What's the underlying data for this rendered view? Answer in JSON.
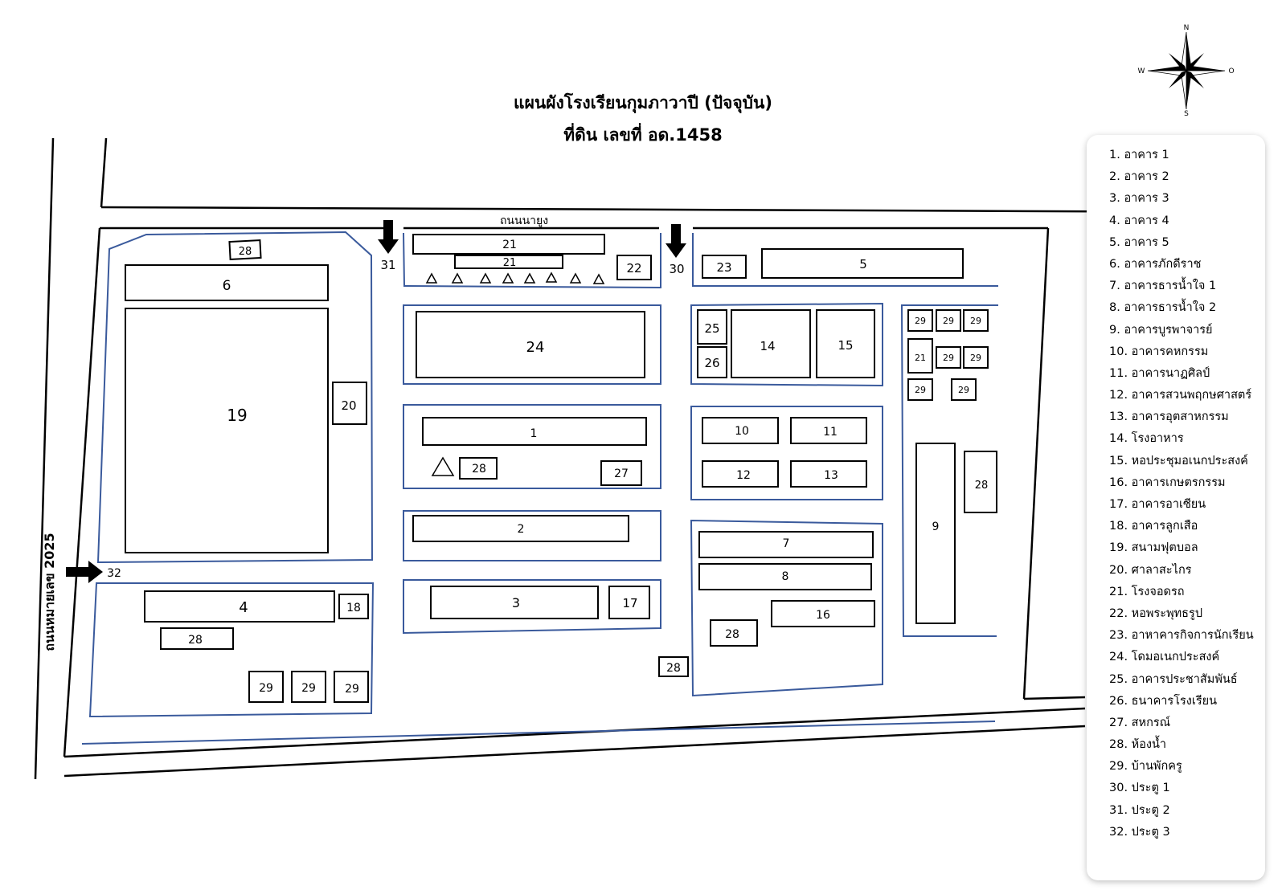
{
  "title": {
    "line1": "แผนผังโรงเรียนกุมภาวาปี (ปัจจุบัน)",
    "line2": "ที่ดิน เลขที่ อด.1458"
  },
  "compass": {
    "n": "N",
    "s": "S",
    "w": "W",
    "o": "O"
  },
  "roads": {
    "top": "ถนนนายูง",
    "left": "ถนนหมายเลข 2025"
  },
  "colors": {
    "zone_border": "#3a5a9c",
    "ink": "#000000"
  },
  "buildings": {
    "b6": "6",
    "b19": "19",
    "b20": "20",
    "b28_top": "28",
    "b21a": "21",
    "b21b": "21",
    "b22": "22",
    "b23": "23",
    "b5": "5",
    "b24": "24",
    "b25": "25",
    "b26": "26",
    "b14": "14",
    "b15": "15",
    "b1": "1",
    "b28_mid": "28",
    "b27": "27",
    "b2": "2",
    "b3": "3",
    "b17": "17",
    "b10": "10",
    "b11": "11",
    "b12": "12",
    "b13": "13",
    "b7": "7",
    "b8": "8",
    "b16": "16",
    "b28_right": "28",
    "b28_lower": "28",
    "b4": "4",
    "b18": "18",
    "b28_bl": "28",
    "b29_bl1": "29",
    "b29_bl2": "29",
    "b29_bl3": "29",
    "b29_r1": "29",
    "b29_r2": "29",
    "b29_r3": "29",
    "b21_r": "21",
    "b29_r4": "29",
    "b29_r5": "29",
    "b29_r6": "29",
    "b29_r7": "29",
    "b9": "9",
    "b28_far": "28"
  },
  "gates": {
    "g31": "31",
    "g30": "30",
    "g32": "32"
  },
  "legend": [
    "1. อาคาร 1",
    "2. อาคาร 2",
    "3. อาคาร 3",
    "4. อาคาร 4",
    "5. อาคาร 5",
    "6. อาคารภักดีราช",
    "7. อาคารธารน้ำใจ 1",
    "8. อาคารธารน้ำใจ 2",
    "9. อาคารบูรพาจารย์",
    "10. อาคารคหกรรม",
    "11. อาคารนาฏศิลป์",
    "12. อาคารสวนพฤกษศาสตร์",
    "13. อาคารอุตสาหกรรม",
    "14. โรงอาหาร",
    "15. หอประชุมอเนกประสงค์",
    "16. อาคารเกษตรกรรม",
    "17. อาคารอาเซียน",
    "18. อาคารลูกเสือ",
    "19. สนามฟุตบอล",
    "20. ศาลาสะไกร",
    "21. โรงจอดรถ",
    "22. หอพระพุทธรูป",
    "23. อาหาคารกิจการนักเรียน",
    "24. โดมอเนกประสงค์",
    "25. อาคารประชาสัมพันธ์",
    "26. ธนาคารโรงเรียน",
    "27. สหกรณ์",
    "28. ห้องน้ำ",
    "29. บ้านพักครู",
    "30. ประตู 1",
    "31. ประตู 2",
    "32. ประตู 3"
  ]
}
